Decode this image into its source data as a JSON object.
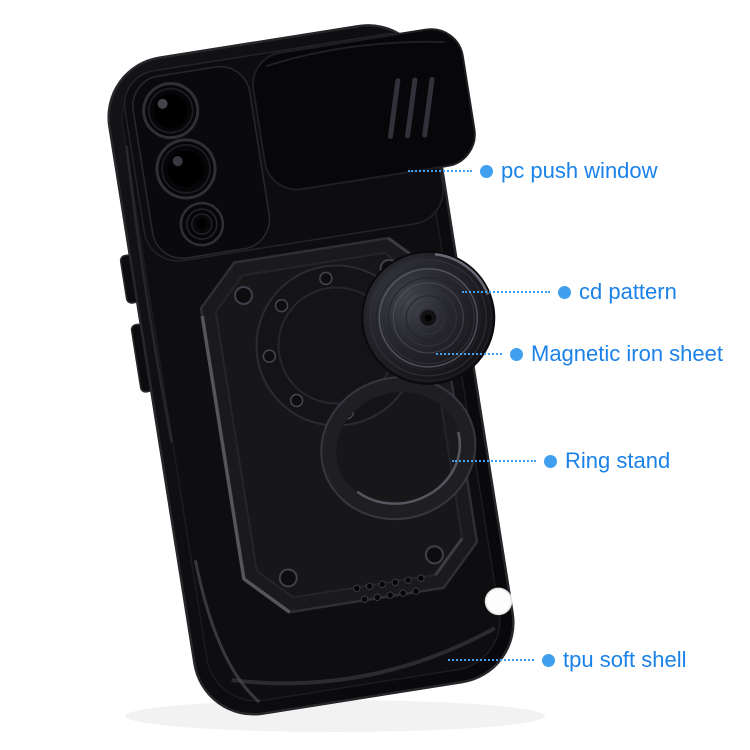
{
  "colors": {
    "accent_text": "#1a82e8",
    "marker": "#40a0ef",
    "case_shell": "#0b0b0d",
    "background": "#ffffff"
  },
  "product": {
    "annotations": [
      {
        "label": "pc push window"
      },
      {
        "label": "cd pattern"
      },
      {
        "label": "Magnetic iron sheet"
      },
      {
        "label": "Ring stand"
      },
      {
        "label": "tpu soft shell"
      }
    ]
  }
}
